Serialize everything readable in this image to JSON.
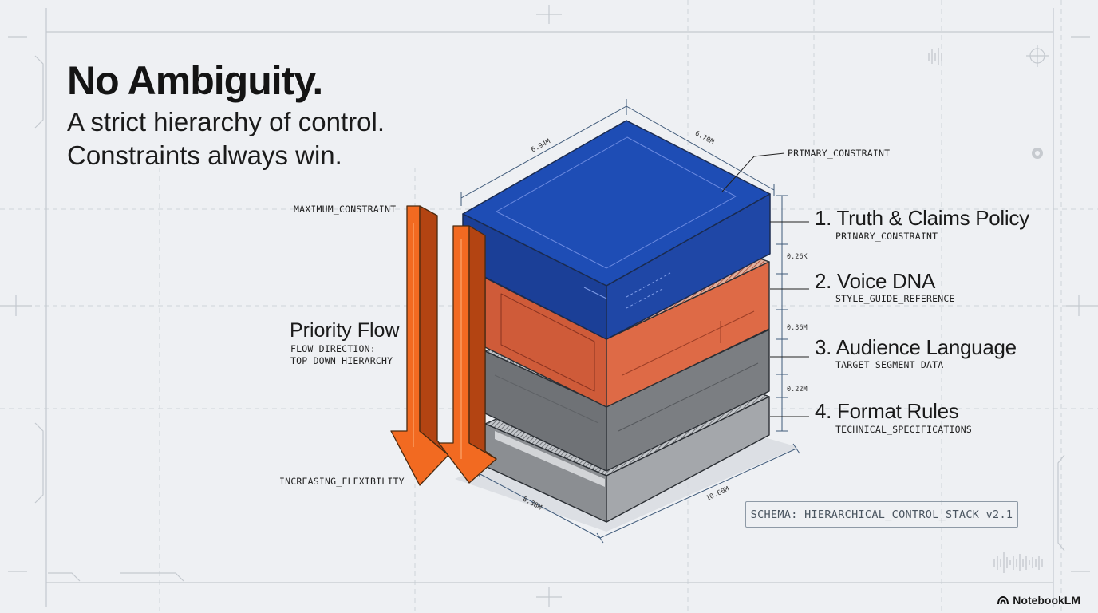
{
  "heading": {
    "title": "No Ambiguity.",
    "line1": "A strict hierarchy of control.",
    "line2": "Constraints always win."
  },
  "flow": {
    "max_label": "MAXIMUM_CONSTRAINT",
    "title": "Priority Flow",
    "direction_line1": "FLOW_DIRECTION:",
    "direction_line2": "TOP_DOWN_HIERARCHY",
    "min_label": "INCREASING_FLEXIBILITY"
  },
  "stack": {
    "top_label": "PRIMARY_CONSTRAINT",
    "dims": {
      "top_left": "6.94M",
      "top_right": "6.70M",
      "gap1": "0.26K",
      "gap2": "0.36M",
      "gap3": "0.22M",
      "bottom_left": "8.38M",
      "bottom_right": "10.60M"
    },
    "colors": {
      "layer1": "#1f4cb3",
      "layer2": "#d5623f",
      "layer3": "#74777b",
      "layer4": "#9a9da1",
      "arrow": "#f26a21"
    }
  },
  "layers": [
    {
      "title": "1. Truth & Claims Policy",
      "code": "PRINARY_CONSTRAINT"
    },
    {
      "title": "2. Voice DNA",
      "code": "STYLE_GUIDE_REFERENCE"
    },
    {
      "title": "3. Audience Language",
      "code": "TARGET_SEGMENT_DATA"
    },
    {
      "title": "4. Format Rules",
      "code": "TECHNICAL_SPECIFICATIONS"
    }
  ],
  "schema": "SCHEMA: HIERARCHICAL_CONTROL_STACK v2.1",
  "brand": "NotebookLM"
}
